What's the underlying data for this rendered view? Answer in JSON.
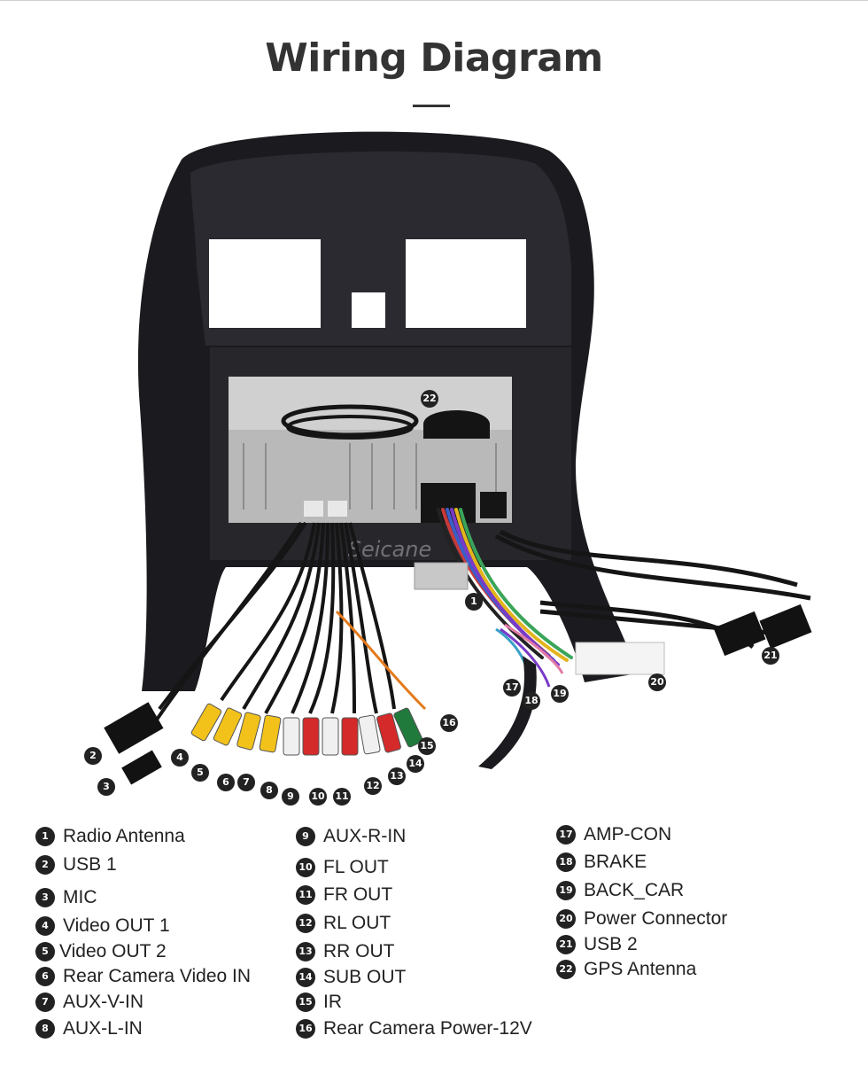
{
  "title": "Wiring Diagram",
  "watermark": "Seicane",
  "legend": [
    {
      "num": "1",
      "label": "Radio Antenna"
    },
    {
      "num": "2",
      "label": "USB 1"
    },
    {
      "num": "3",
      "label": "MIC"
    },
    {
      "num": "4",
      "label": "Video OUT 1"
    },
    {
      "num": "5",
      "label": "Video OUT 2"
    },
    {
      "num": "6",
      "label": "Rear Camera Video IN"
    },
    {
      "num": "7",
      "label": "AUX-V-IN"
    },
    {
      "num": "8",
      "label": "AUX-L-IN"
    },
    {
      "num": "9",
      "label": "AUX-R-IN"
    },
    {
      "num": "10",
      "label": "FL OUT"
    },
    {
      "num": "11",
      "label": "FR OUT"
    },
    {
      "num": "12",
      "label": "RL OUT"
    },
    {
      "num": "13",
      "label": "RR OUT"
    },
    {
      "num": "14",
      "label": "SUB OUT"
    },
    {
      "num": "15",
      "label": "IR"
    },
    {
      "num": "16",
      "label": "Rear Camera Power-12V"
    },
    {
      "num": "17",
      "label": "AMP-CON"
    },
    {
      "num": "18",
      "label": "BRAKE"
    },
    {
      "num": "19",
      "label": "BACK_CAR"
    },
    {
      "num": "20",
      "label": "Power Connector"
    },
    {
      "num": "21",
      "label": "USB 2"
    },
    {
      "num": "22",
      "label": "GPS Antenna"
    }
  ],
  "markers": [
    "1",
    "2",
    "3",
    "4",
    "5",
    "6",
    "7",
    "8",
    "9",
    "10",
    "11",
    "12",
    "13",
    "14",
    "15",
    "16",
    "17",
    "18",
    "19",
    "20",
    "21",
    "22"
  ],
  "colors": {
    "frame": "#1b1b1f",
    "unit": "#b9b9b9",
    "cable": "#151515",
    "rca_yellow": "#f2c21b",
    "rca_white": "#f0f0f0",
    "rca_red": "#d42a2a",
    "rca_green": "#1f7a3c",
    "marker": "#222222"
  }
}
